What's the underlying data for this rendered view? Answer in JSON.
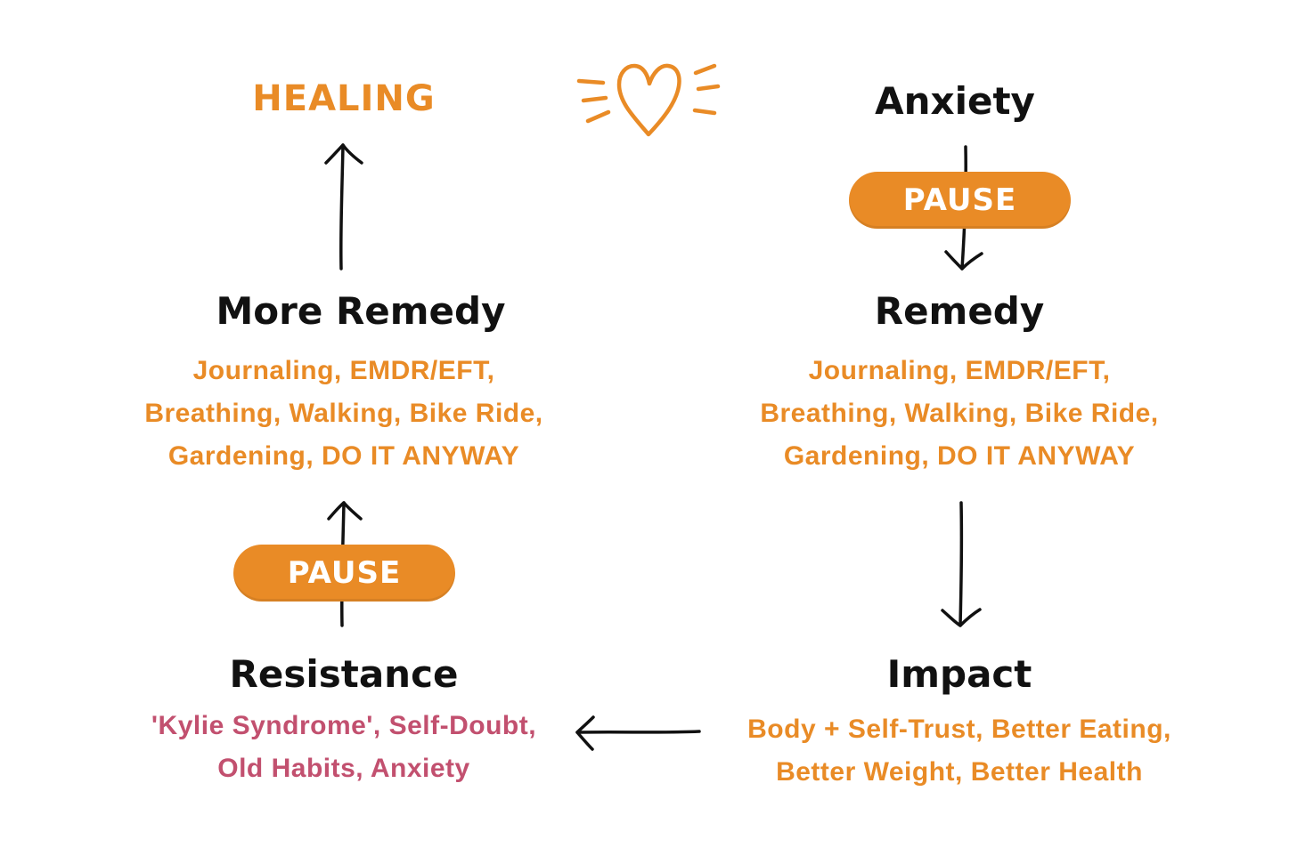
{
  "colors": {
    "accent_orange": "#E98B26",
    "resistance_pink": "#C2506F",
    "title_black": "#111111",
    "arrow_black": "#111111"
  },
  "healing": {
    "title": "HEALING"
  },
  "heart": {
    "icon": "heart-with-rays-icon"
  },
  "anxiety": {
    "title": "Anxiety"
  },
  "pause_top": {
    "label": "PAUSE"
  },
  "remedy": {
    "title": "Remedy",
    "lines": [
      "Journaling, EMDR/EFT,",
      "Breathing, Walking, Bike Ride,",
      "Gardening, DO IT ANYWAY"
    ]
  },
  "more_remedy": {
    "title": "More Remedy",
    "lines": [
      "Journaling, EMDR/EFT,",
      "Breathing, Walking, Bike Ride,",
      "Gardening, DO IT ANYWAY"
    ]
  },
  "impact": {
    "title": "Impact",
    "lines": [
      "Body + Self-Trust, Better Eating,",
      "Better Weight, Better Health"
    ]
  },
  "resistance": {
    "title": "Resistance",
    "lines": [
      "'Kylie Syndrome', Self-Doubt,",
      "Old Habits, Anxiety"
    ]
  },
  "pause_bottom": {
    "label": "PAUSE"
  }
}
